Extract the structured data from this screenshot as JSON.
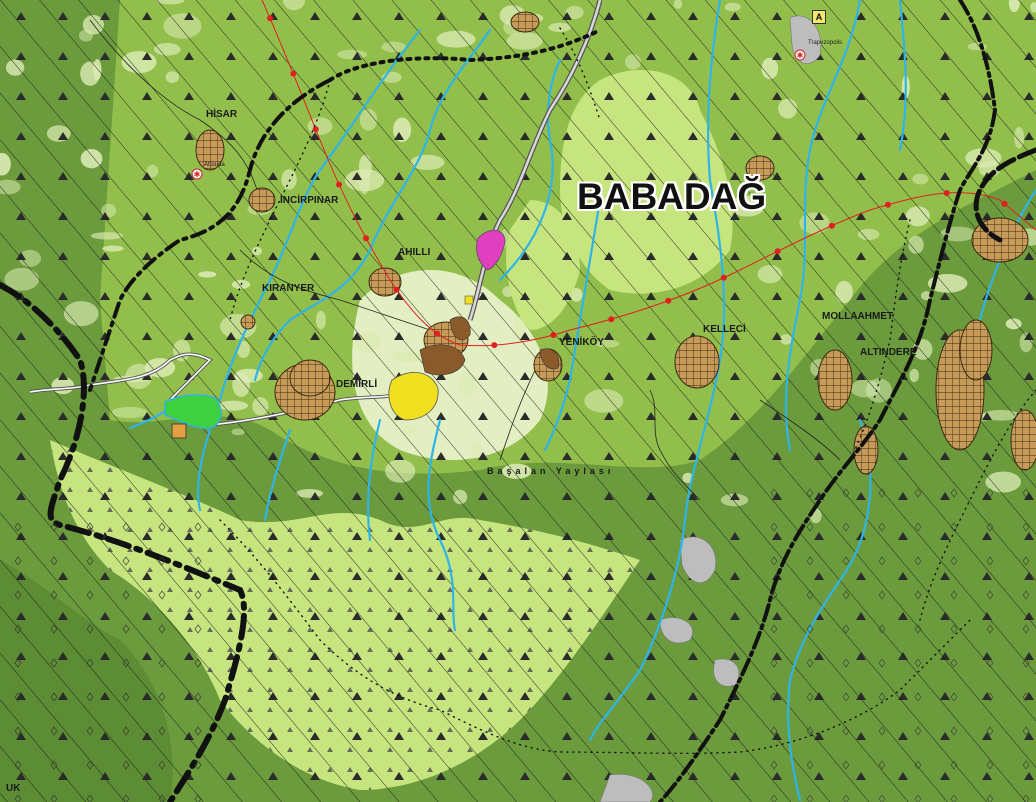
{
  "map": {
    "title": "BABADAĞ",
    "places": [
      {
        "id": "hisar",
        "label": "HİSAR"
      },
      {
        "id": "incirpinar",
        "label": "İNCİRPINAR"
      },
      {
        "id": "ahilli",
        "label": "AHILLI"
      },
      {
        "id": "kiranyer",
        "label": "KIRANYER"
      },
      {
        "id": "demirli",
        "label": "DEMİRLİ"
      },
      {
        "id": "yenikoy",
        "label": "YENİKÖY"
      },
      {
        "id": "kelleci",
        "label": "KELLECİ"
      },
      {
        "id": "molla-ahmet",
        "label": "MOLLAAHMET"
      },
      {
        "id": "altindere",
        "label": "ALTINDERE"
      }
    ],
    "highland_label": "Başalan Yaylası",
    "corner_label": "UK",
    "archaeo_badge": "A",
    "site_labels": [
      "Attouda",
      "Trapezopolis"
    ],
    "colors": {
      "forest": "#6b9b3c",
      "forest_light": "#a5cc55",
      "meadow": "#c8e68a",
      "open_land": "#e8f2cc",
      "settlement": "#c69b5a",
      "river": "#2fb4e8",
      "power_line": "#e02020",
      "boundary": "#111111",
      "road": "#777777",
      "industrial": "#f0e020",
      "tourism": "#e040c0"
    }
  }
}
